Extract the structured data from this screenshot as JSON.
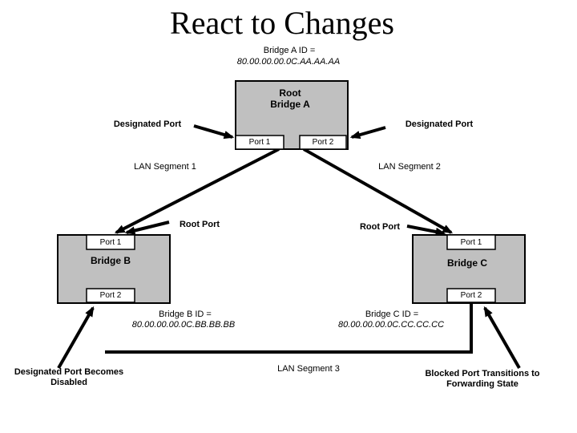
{
  "slide": {
    "title": "React to Changes",
    "bridge_a": {
      "id_label": "Bridge A ID =",
      "id_value": "80.00.00.00.0C.AA.AA.AA",
      "name_line1": "Root",
      "name_line2": "Bridge A",
      "port1_label": "Port 1",
      "port2_label": "Port 2"
    },
    "bridge_b": {
      "name": "Bridge B",
      "port1_label": "Port 1",
      "port2_label": "Port 2",
      "id_label": "Bridge B ID =",
      "id_value": "80.00.00.00.0C.BB.BB.BB"
    },
    "bridge_c": {
      "name": "Bridge C",
      "port1_label": "Port 1",
      "port2_label": "Port 2",
      "id_label": "Bridge C ID =",
      "id_value": "80.00.00.00.0C.CC.CC.CC"
    },
    "labels": {
      "designated_port_left": "Designated Port",
      "designated_port_right": "Designated Port",
      "root_port_left": "Root Port",
      "root_port_right": "Root Port",
      "lan_segment_1": "LAN Segment 1",
      "lan_segment_2": "LAN Segment 2",
      "lan_segment_3": "LAN Segment 3",
      "disabled_note_line1": "Designated Port Becomes",
      "disabled_note_line2": "Disabled",
      "blocked_note_line1": "Blocked Port Transitions to",
      "blocked_note_line2": "Forwarding State"
    },
    "colors": {
      "bridge_fill": "#c0c0c0",
      "line_color": "#000000",
      "background": "#ffffff",
      "text_color": "#000000"
    }
  }
}
